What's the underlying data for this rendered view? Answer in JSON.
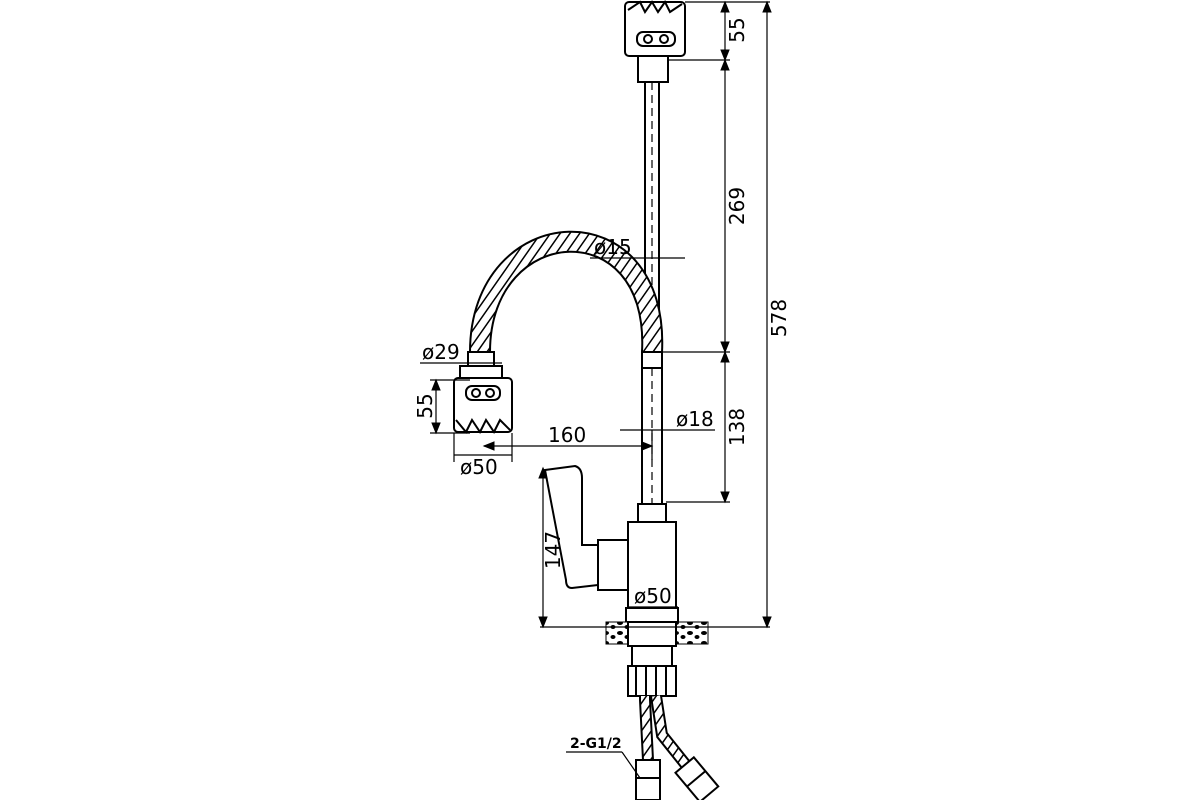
{
  "dimensions": {
    "head_height_top": "55",
    "hose_length": "269",
    "total_height": "578",
    "hose_diameter": "ø15",
    "head_connector_diameter": "ø29",
    "head_height_side": "55",
    "spout_reach": "160",
    "spout_tube_diameter": "ø18",
    "spout_tube_length": "138",
    "head_diameter": "ø50",
    "body_height": "147",
    "base_diameter": "ø50",
    "inlet_thread": "2-G1/2"
  },
  "colors": {
    "line": "#000000",
    "background": "#ffffff"
  }
}
